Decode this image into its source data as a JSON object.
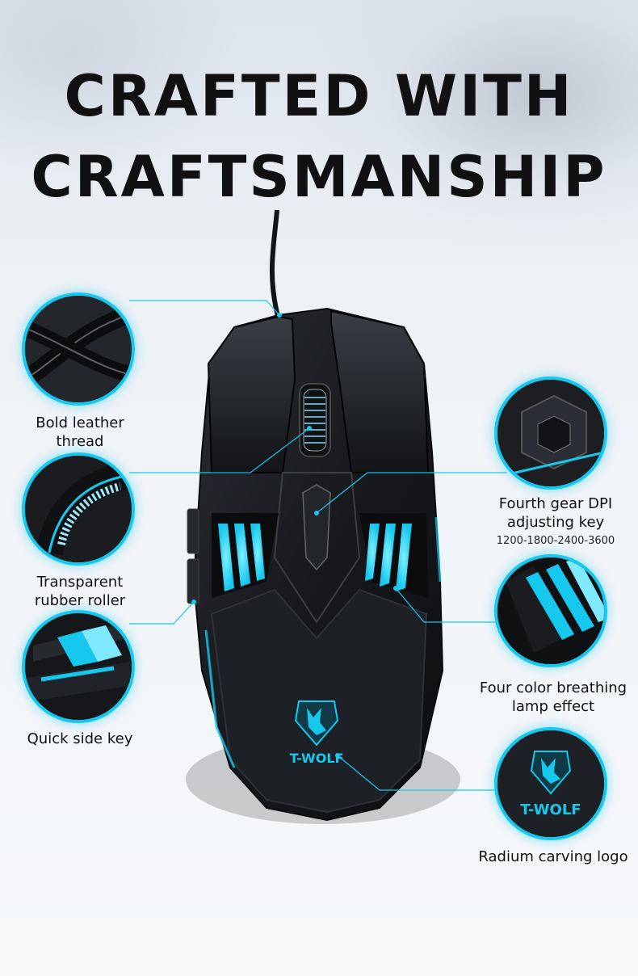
{
  "headline": {
    "line1": "CRAFTED WITH",
    "line2": "CRAFTSMANSHIP"
  },
  "brand": {
    "logo_text": "T-WOLF"
  },
  "colors": {
    "accent": "#17c8ee",
    "mouse_body": "#1b1d21",
    "text": "#111111"
  },
  "features_left": [
    {
      "icon": "cable-closeup-icon",
      "lines": [
        "Bold leather",
        "thread"
      ]
    },
    {
      "icon": "scroll-wheel-closeup-icon",
      "lines": [
        "Transparent",
        "rubber roller"
      ]
    },
    {
      "icon": "side-key-closeup-icon",
      "lines": [
        "Quick side key"
      ]
    }
  ],
  "features_right": [
    {
      "icon": "dpi-button-closeup-icon",
      "lines": [
        "Fourth gear DPI",
        "adjusting key"
      ],
      "sub": "1200-1800-2400-3600"
    },
    {
      "icon": "light-vents-closeup-icon",
      "lines": [
        "Four color breathing",
        "lamp effect"
      ]
    },
    {
      "icon": "wolf-logo-closeup-icon",
      "lines": [
        "Radium carving logo"
      ]
    }
  ]
}
